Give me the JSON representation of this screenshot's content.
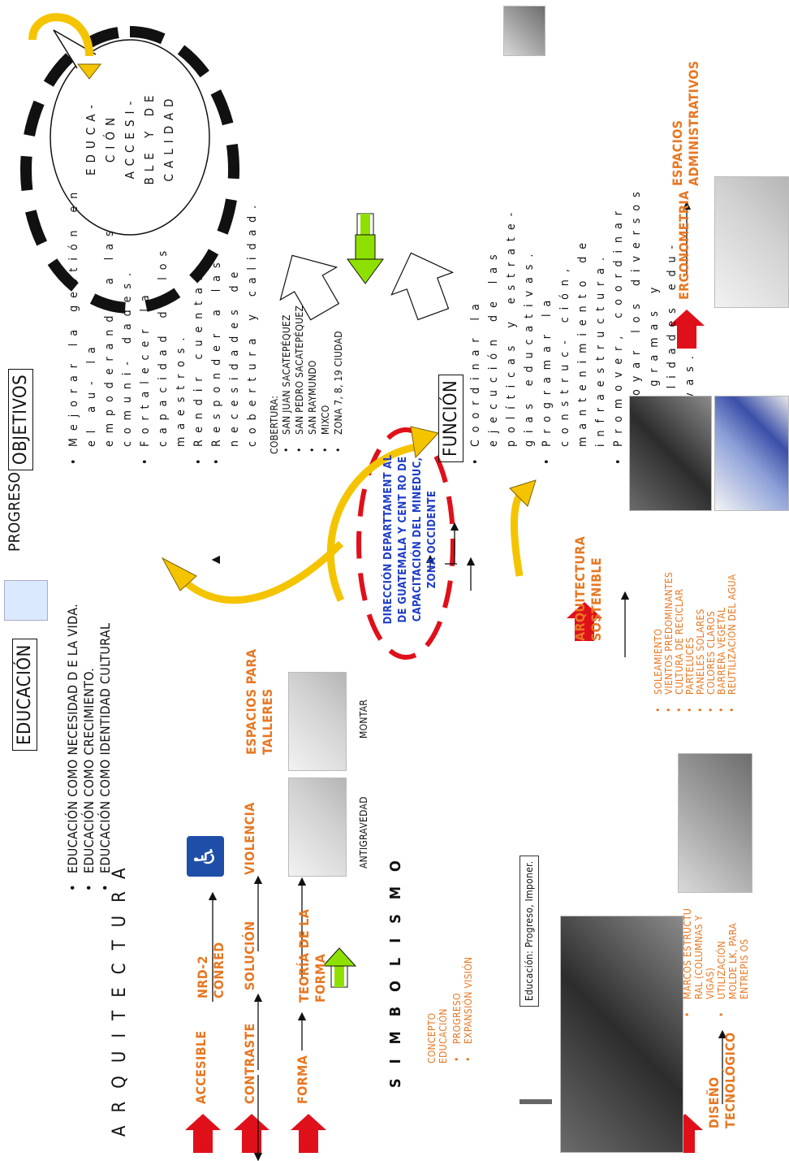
{
  "header": {
    "arquitectura": "ARQUITECTURA",
    "educacion": "EDUCACIÓN",
    "progreso": "PROGRESO",
    "objetivos": "OBJETIVOS",
    "funcion": "FUNCIÓN",
    "simbolismo": "SIMBOLISMO"
  },
  "educacion_items": [
    "EDUCACIÓN COMO NECESIDAD D E LA VIDA.",
    "EDUCACIÓN COMO CRECIMIENTO.",
    "EDUCACIÓN COMO IDENTIDAD CULTURAL"
  ],
  "objetivos_items": [
    "Mejorar la gestión en el au- la empoderando a las comuni- dades.",
    "Fortalecer la capacidad de los maestros.",
    "Rendir cuentas.",
    "Responder a las necesidades de cobertura y calidad."
  ],
  "cobertura": {
    "label": "COBERTURA:",
    "items": [
      "SAN JUAN SACATEPÉQUEZ",
      "SAN PEDRO SACATEPÉQUEZ",
      "SAN RAYMUNDO",
      "MIXCO",
      "ZONA 7, 8, 19 CIUDAD"
    ]
  },
  "funcion_items": [
    "Coordinar la ejecución de las políticas y estrate- gias educativas.",
    "Programar la construc- ción, mantenimiento de infraestructura.",
    "Promover, coordinar y apoyar los diversos pro- gramas y modalidades edu- cativas."
  ],
  "bubble": "EDUCA- CIÓN ACCESI- BLE Y DE CALIDAD",
  "center_title": "DIRECCIÓN DEPARTTAMENT AL DE GUATEMALA Y CENT RO DE CAPACITACIÓN DEL MINEDUC, ZONA OCCIDENTE",
  "flows": {
    "accesible": "ACCESIBLE",
    "nrd": "NRD-2 CONRED",
    "contraste": "CONTRASTE",
    "solucion": "SOLUCIÓN",
    "violencia": "VIOLENCIA",
    "espacios_talleres": "ESPACIOS PARA TALLERES",
    "forma": "FORMA",
    "teoria": "TEORÍA DE LA FORMA",
    "antigravedad": "ANTIGRAVEDAD",
    "montar": "MONTAR"
  },
  "concepto": {
    "title": "CONCEPTO EDUCACIÓN",
    "items": [
      "PROGRESO",
      "EXPANSIÓN VISIÓN"
    ]
  },
  "callout": "Educación: Progreso, Imponer.",
  "sostenible": {
    "title": "ARQUITECTURA SOSTENIBLE",
    "items": [
      "SOLEAMIENTO",
      "VIENTOS PREDOMINANTES",
      "CULTURA DE RECICLAR",
      "PARTELUCES",
      "PANELES SOLARES",
      "COLORES CLAROS",
      "BARRERA VEGETAL",
      "REUTILIZACIÓN DEL AGUA"
    ]
  },
  "tecnologico": {
    "title": "DISEÑO TECNOLÓGICO",
    "items": [
      "MARCOS ESTRUCTU RAL (COLUMNAS Y VIGAS)",
      "UTILIZACIÓN MOLDE LK, PARA ENTREPIS OS"
    ]
  },
  "ergonometria": "ERGONOMETRIA",
  "espacios_admin": "ESPACIOS ADMINISTRATIVOS",
  "colors": {
    "orange": "#e87722",
    "red": "#e0101a",
    "blue_text": "#1f3cc8",
    "yellow_arrow": "#f5c400",
    "green_arrow": "#8ee000"
  },
  "icons": [
    "wheelchair-icon",
    "guatemala-map-icon",
    "stairs-icon"
  ]
}
